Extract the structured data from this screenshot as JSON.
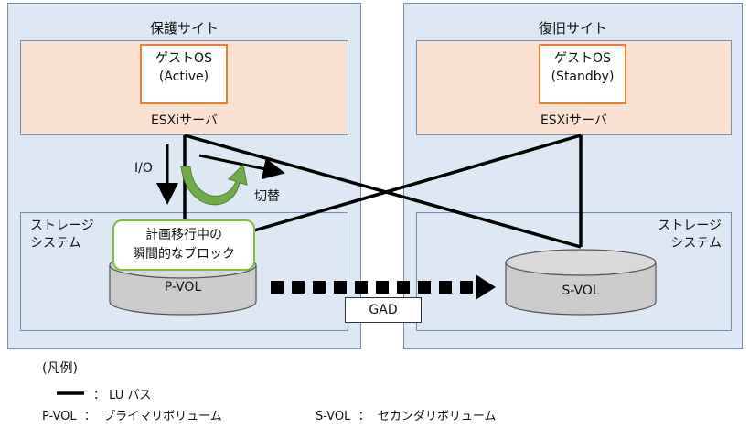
{
  "protected_site": {
    "title": "保護サイト",
    "guest_os_line1": "ゲストOS",
    "guest_os_line2": "(Active)",
    "esxi_label": "ESXiサーバ",
    "storage_line1": "ストレージ",
    "storage_line2": "システム",
    "volume_label": "P-VOL"
  },
  "recovery_site": {
    "title": "復旧サイト",
    "guest_os_line1": "ゲストOS",
    "guest_os_line2": "(Standby)",
    "esxi_label": "ESXiサーバ",
    "storage_line1": "ストレージ",
    "storage_line2": "システム",
    "volume_label": "S-VOL"
  },
  "io_label": "I/O",
  "switch_label": "切替",
  "callout": {
    "line1": "計画移行中の",
    "line2": "瞬間的なブロック"
  },
  "gad_label": "GAD",
  "legend": {
    "title": "(凡例)",
    "line_entry": "：  LU パス",
    "pvol_def": "P-VOL  ：  プライマリボリューム",
    "svol_def": "S-VOL  ：  セカンダリボリューム"
  },
  "colors": {
    "site_bg": "#dde8f4",
    "server_bg": "#fbe1d2",
    "guest_border": "#ed7d31",
    "callout_border": "#7cbf3a",
    "switch_arrow": "#70ad47",
    "volume_fill": "#cccccc"
  }
}
